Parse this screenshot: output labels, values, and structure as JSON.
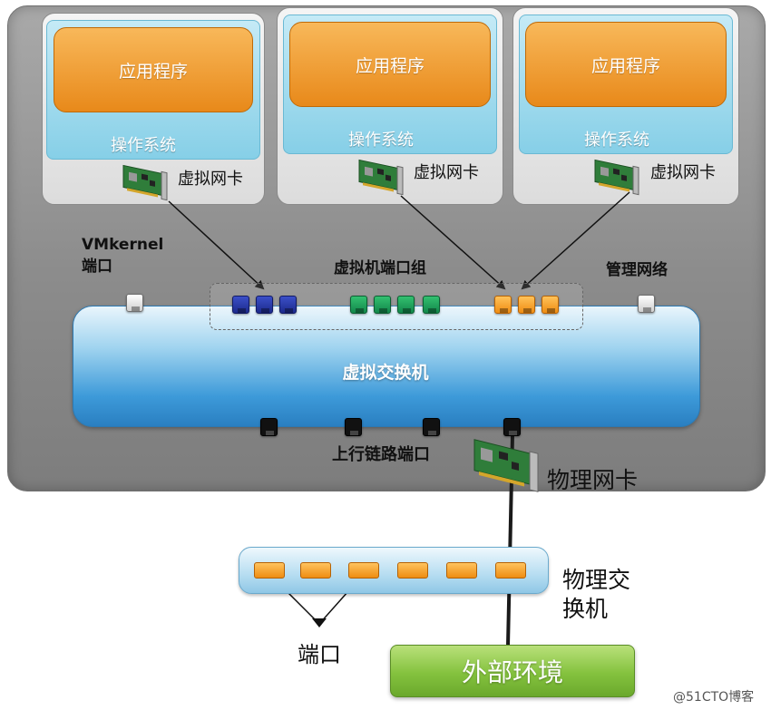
{
  "vms": [
    {
      "app_label": "应用程序",
      "os_label": "操作系统",
      "vnic_label": "虚拟网卡"
    },
    {
      "app_label": "应用程序",
      "os_label": "操作系统",
      "vnic_label": "虚拟网卡"
    },
    {
      "app_label": "应用程序",
      "os_label": "操作系统",
      "vnic_label": "虚拟网卡"
    }
  ],
  "vmkernel_label": "VMkernel\n端口",
  "portgroup_label": "虚拟机端口组",
  "mgmt_label": "管理网络",
  "vswitch_label": "虚拟交换机",
  "uplink_label": "上行链路端口",
  "pnic_label": "物理网卡",
  "pswitch_label": "物理交\n换机",
  "port_label": "端口",
  "external_label": "外部环境",
  "watermark": "@51CTO博客",
  "colors": {
    "app_orange": "#f0971f",
    "os_blue": "#9ad8ee",
    "vswitch_blue": "#3d9ad9",
    "portgroup_blue": "#1c2a8c",
    "portgroup_green": "#12874a",
    "portgroup_orange": "#ef8d12",
    "external_green": "#84c23e"
  }
}
